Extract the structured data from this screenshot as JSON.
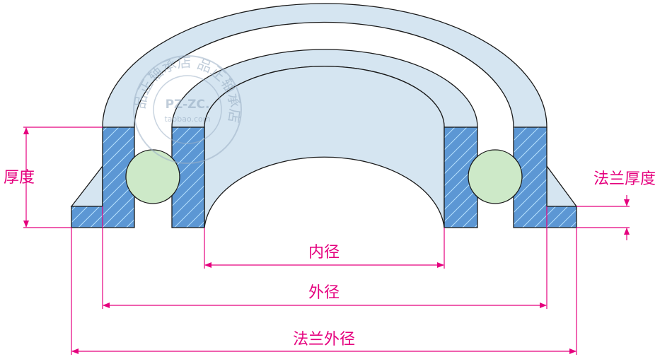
{
  "labels": {
    "thickness": "厚度",
    "flange_thickness": "法兰厚度",
    "inner_diameter": "内径",
    "outer_diameter": "外径",
    "flange_outer_diameter": "法兰外径"
  },
  "watermark": {
    "ring_text": "品正轴承店 品正轴承店",
    "center_text": "PZ-ZC.",
    "sub_text": "taobao.com"
  },
  "colors": {
    "dimension": "#e5007e",
    "ring_fill": "#d5e5f1",
    "section_fill": "#5c97d4",
    "hatch": "#b8e3ff",
    "ball_fill": "#cde9c8",
    "outline": "#1a1a1a"
  }
}
